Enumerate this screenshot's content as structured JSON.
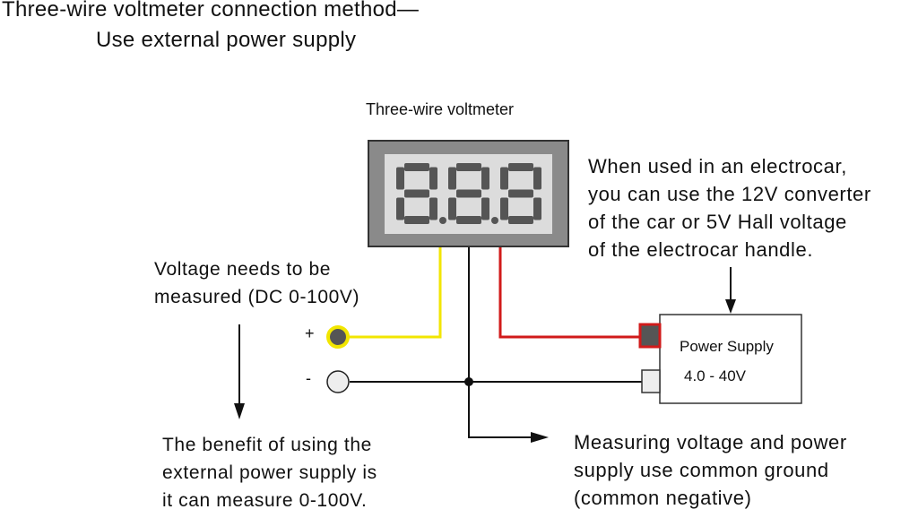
{
  "title": {
    "line1": "Three-wire voltmeter connection method—",
    "line2": "Use external power supply"
  },
  "meter": {
    "label": "Three-wire voltmeter",
    "display": "8.8.8"
  },
  "notes": {
    "electrocar": [
      "When used in an electrocar,",
      "you can use the 12V converter",
      "of the car or 5V Hall voltage",
      "of the electrocar handle."
    ],
    "measure": [
      "Voltage needs to be",
      "measured (DC 0-100V)"
    ],
    "benefit": [
      "The benefit of using the",
      "external power supply is",
      "it can measure 0-100V."
    ],
    "ground": [
      "Measuring voltage and power",
      "supply use common ground",
      "(common negative)"
    ]
  },
  "terminals": {
    "plus": "+",
    "minus": "-"
  },
  "power_supply": {
    "label": "Power Supply",
    "range": "4.0 - 40V"
  },
  "colors": {
    "yellow_wire": "#f2e600",
    "red_wire": "#d11a1a",
    "black_wire": "#111111",
    "meter_bezel": "#8a8a8a",
    "meter_face": "#dcdcdc",
    "segment": "#555555"
  }
}
